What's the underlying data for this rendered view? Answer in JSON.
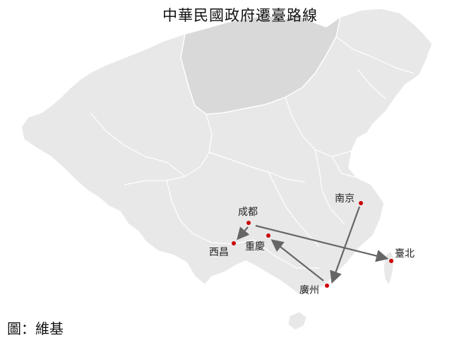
{
  "title": "中華民國政府遷臺路線",
  "credit": "圖：維基",
  "colors": {
    "territory": "#e8e8e8",
    "mongolia": "#d9d9d9",
    "border": "#ffffff",
    "route": "#666666",
    "city_marker": "#cc0000"
  },
  "cities": {
    "nanjing": "南京",
    "chengdu": "成都",
    "chongqing": "重慶",
    "xichang": "西昌",
    "guangzhou": "廣州",
    "taipei": "臺北"
  },
  "route": [
    {
      "from": "南京",
      "to": "廣州"
    },
    {
      "from": "廣州",
      "to": "重慶"
    },
    {
      "from": "成都",
      "to": "西昌"
    },
    {
      "from": "成都",
      "to": "臺北"
    }
  ]
}
